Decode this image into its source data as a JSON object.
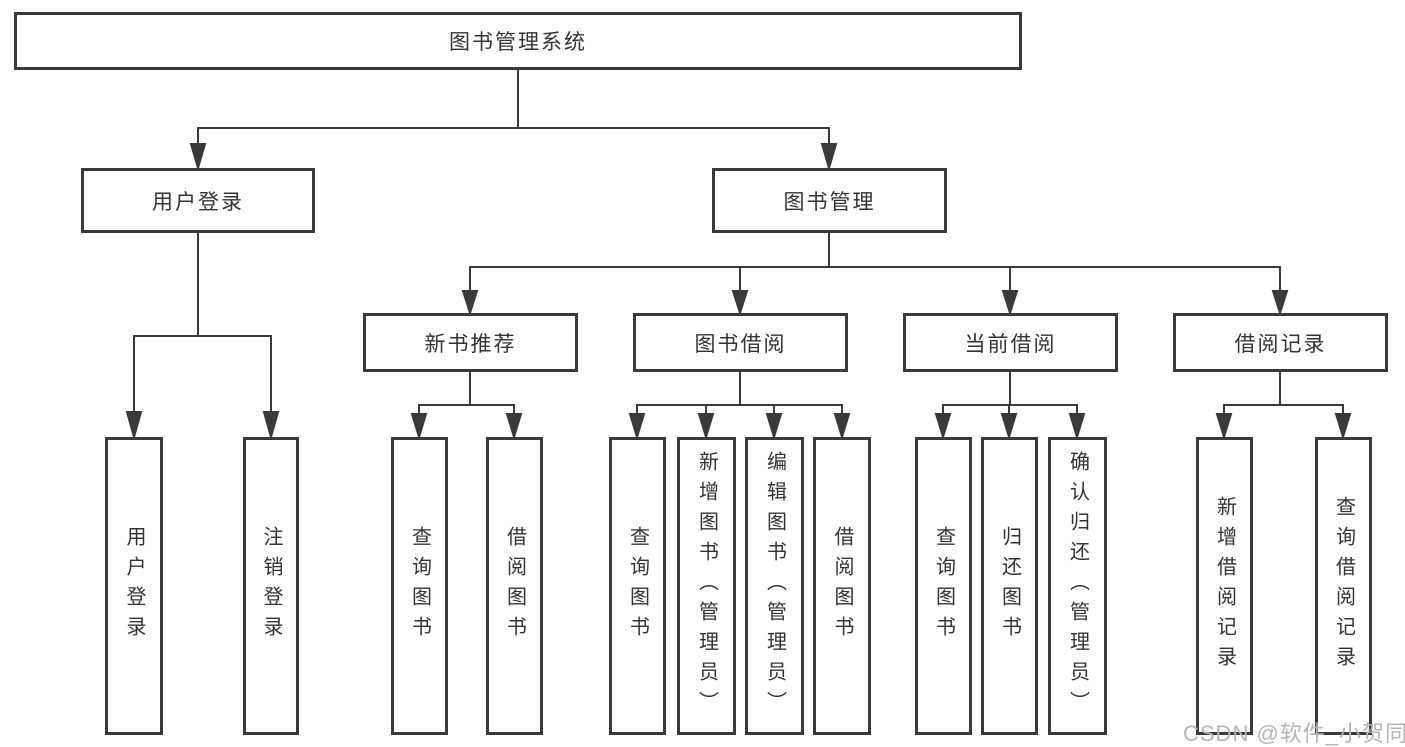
{
  "colors": {
    "line": "#3a3a3a",
    "box_border": "#3a3a3a",
    "text": "#333333",
    "watermark": "#b5b5b5",
    "background": "#ffffff"
  },
  "watermark": {
    "text": "CSDN @软件_小贺同学"
  },
  "tree": {
    "label": "图书管理系统",
    "children": [
      {
        "label": "用户登录",
        "children": [
          {
            "label": "用户登录"
          },
          {
            "label": "注销登录"
          }
        ]
      },
      {
        "label": "图书管理",
        "children": [
          {
            "label": "新书推荐",
            "children": [
              {
                "label": "查询图书"
              },
              {
                "label": "借阅图书"
              }
            ]
          },
          {
            "label": "图书借阅",
            "children": [
              {
                "label": "查询图书"
              },
              {
                "label": "新增图书（管理员）"
              },
              {
                "label": "编辑图书（管理员）"
              },
              {
                "label": "借阅图书"
              }
            ]
          },
          {
            "label": "当前借阅",
            "children": [
              {
                "label": "查询图书"
              },
              {
                "label": "归还图书"
              },
              {
                "label": "确认归还（管理员）"
              }
            ]
          },
          {
            "label": "借阅记录",
            "children": [
              {
                "label": "新增借阅记录"
              },
              {
                "label": "查询借阅记录"
              }
            ]
          }
        ]
      }
    ]
  }
}
